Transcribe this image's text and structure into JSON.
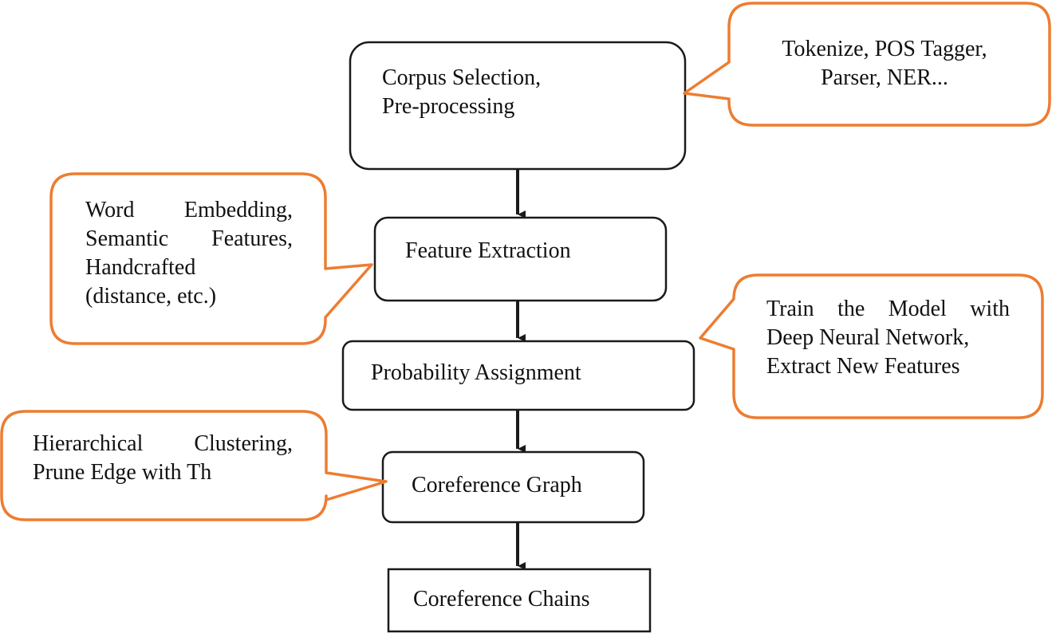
{
  "colors": {
    "box_stroke": "#1a1a1a",
    "callout_stroke": "#ed7d31",
    "arrow": "#1a1a1a",
    "text": "#111111",
    "background": "#ffffff"
  },
  "flow": {
    "step1": {
      "line1": "Corpus Selection,",
      "line2": "Pre-processing"
    },
    "step2": {
      "label": "Feature Extraction"
    },
    "step3": {
      "label": "Probability Assignment"
    },
    "step4": {
      "label": "Coreference Graph"
    },
    "step5": {
      "label": "Coreference Chains"
    }
  },
  "callouts": {
    "preprocessing": {
      "line1": "Tokenize, POS Tagger,",
      "line2": "Parser, NER..."
    },
    "features": {
      "line1": "Word Embedding,",
      "line2": "Semantic Features,",
      "line3": "Handcrafted",
      "line4": "(distance, etc.)"
    },
    "training": {
      "line1": "Train the Model with",
      "line2": "Deep Neural Network,",
      "line3": "Extract New Features"
    },
    "graph": {
      "line1": "Hierarchical Clustering,",
      "line2": "Prune Edge with Th"
    }
  }
}
